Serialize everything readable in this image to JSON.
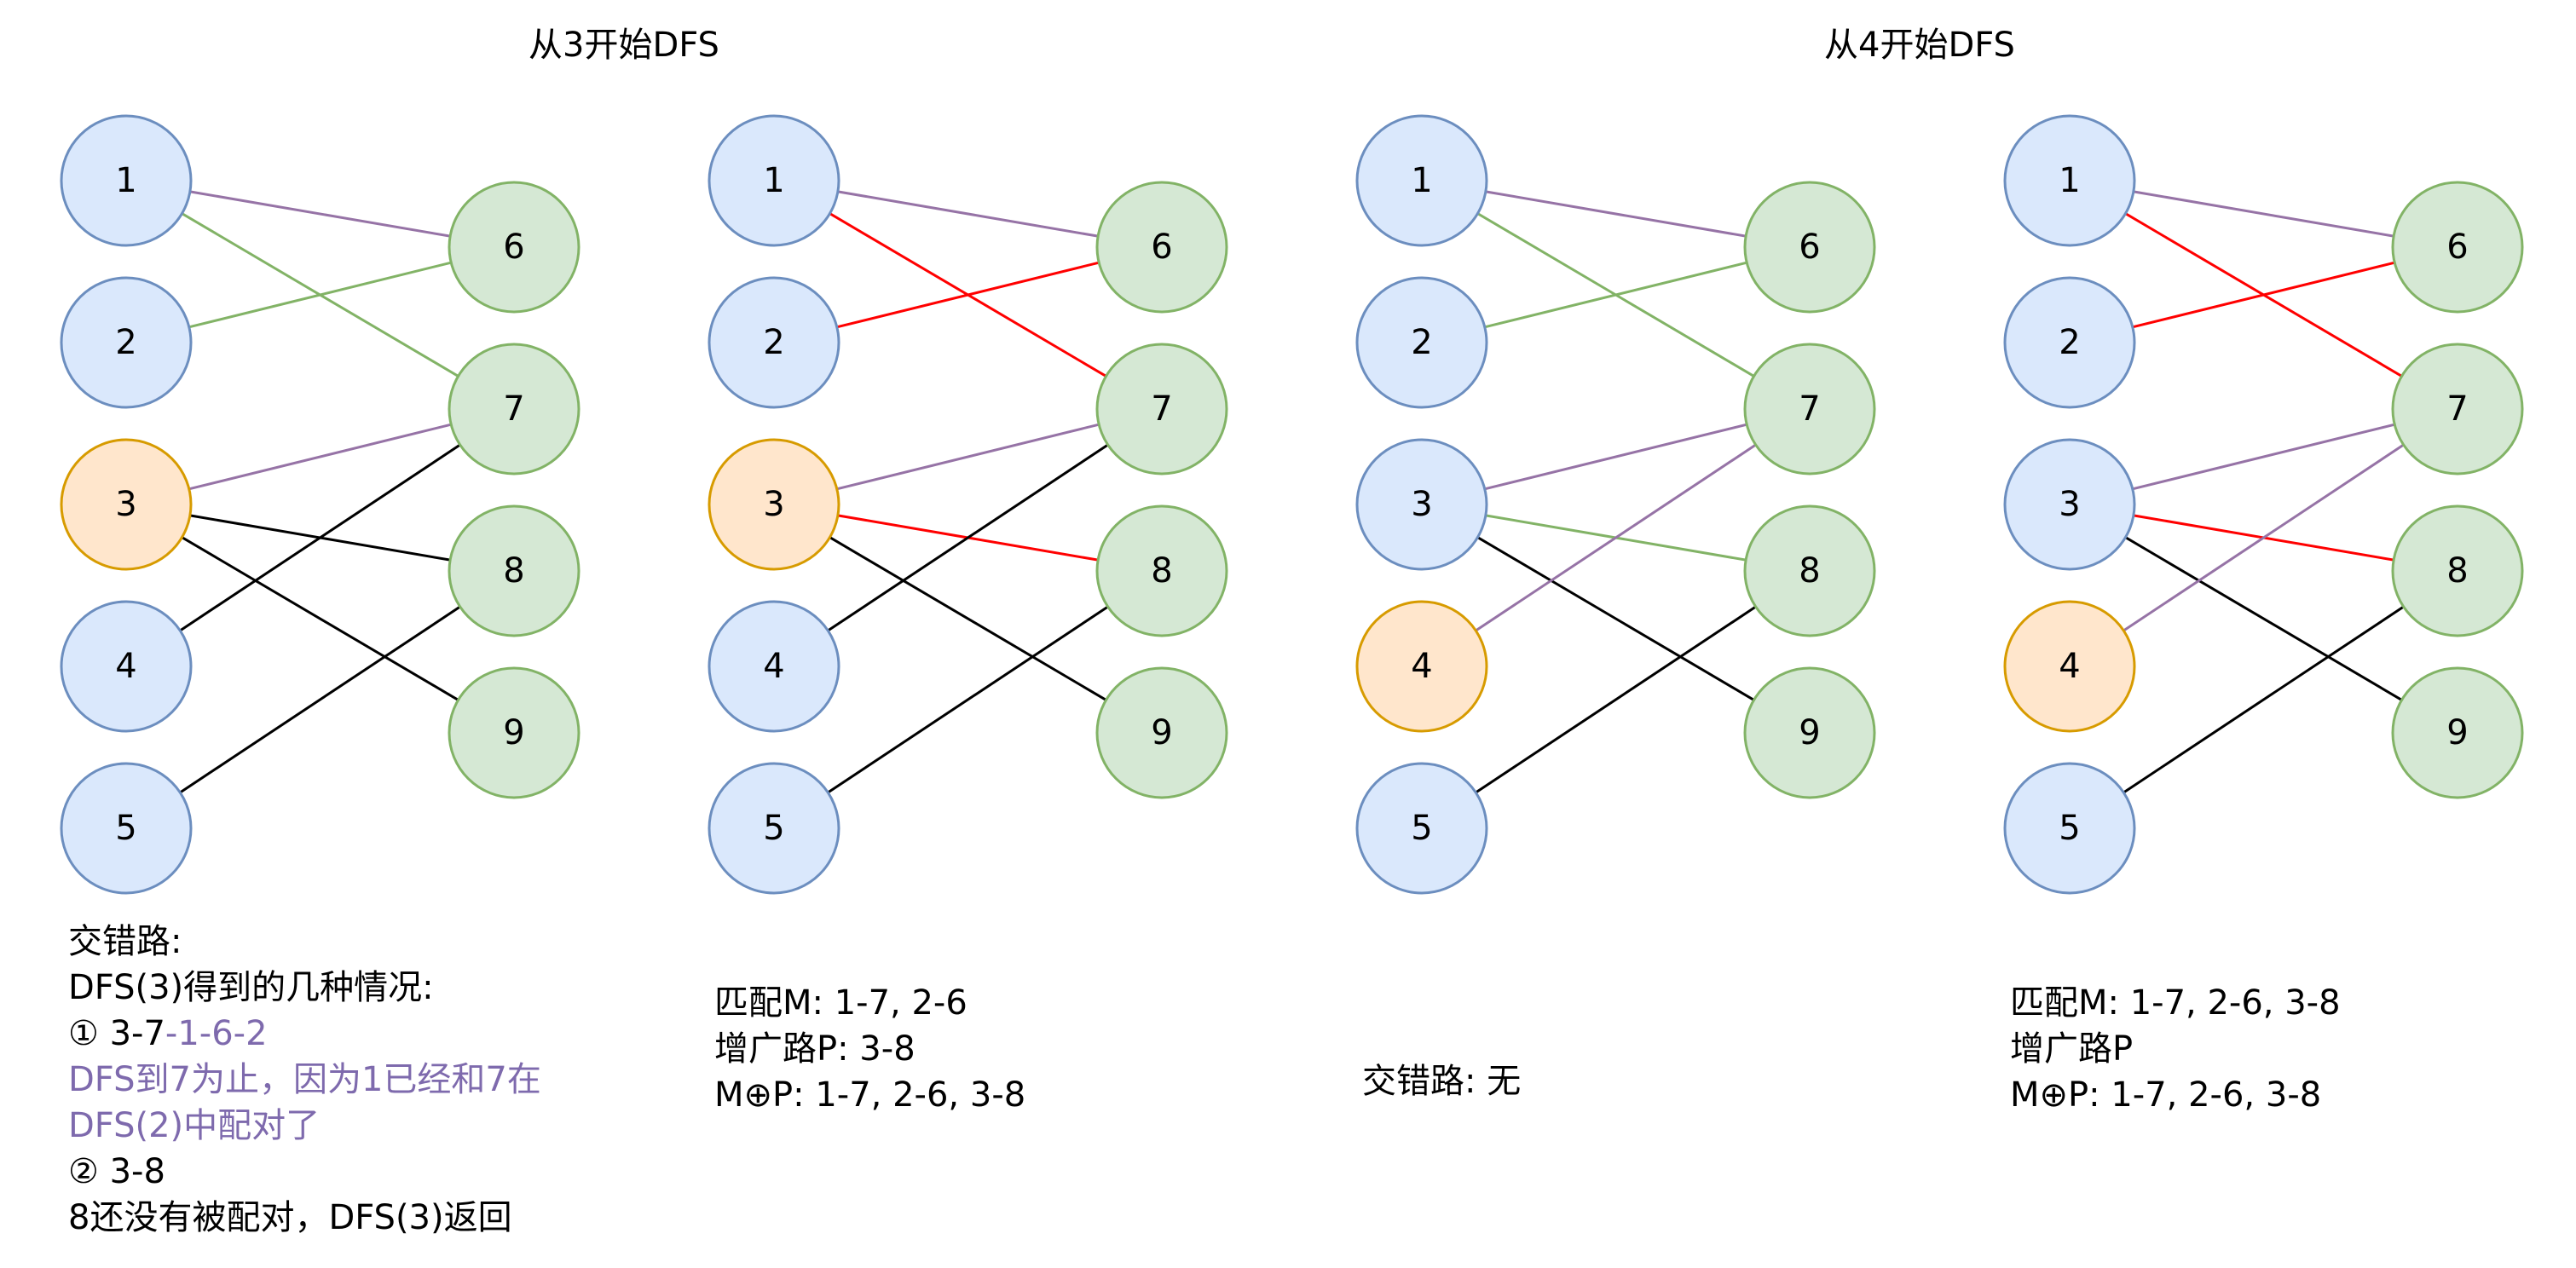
{
  "titles": [
    "从3开始DFS",
    "从4开始DFS"
  ],
  "node_styles": {
    "left": {
      "fill": "#dae8fc",
      "stroke": "#6c8ebf"
    },
    "right": {
      "fill": "#d5e8d4",
      "stroke": "#82b366"
    },
    "active": {
      "fill": "#ffe6cc",
      "stroke": "#d79b00"
    }
  },
  "edge_colors": {
    "purple": "#9673a6",
    "green": "#82b366",
    "black": "#000000",
    "red": "#ff0000"
  },
  "panels": [
    {
      "left_nodes": [
        "1",
        "2",
        "3",
        "4",
        "5"
      ],
      "right_nodes": [
        "6",
        "7",
        "8",
        "9"
      ],
      "active": "3",
      "edges": [
        {
          "from": "1",
          "to": "6",
          "color": "purple"
        },
        {
          "from": "1",
          "to": "7",
          "color": "green"
        },
        {
          "from": "2",
          "to": "6",
          "color": "green"
        },
        {
          "from": "3",
          "to": "7",
          "color": "purple"
        },
        {
          "from": "3",
          "to": "8",
          "color": "black"
        },
        {
          "from": "3",
          "to": "9",
          "color": "black"
        },
        {
          "from": "4",
          "to": "7",
          "color": "black"
        },
        {
          "from": "5",
          "to": "8",
          "color": "black"
        }
      ],
      "text": {
        "line1": "交错路:",
        "line2": "DFS(3)得到的几种情况:",
        "line3a": "① 3-7",
        "line3b": "-1-6-2",
        "line4": "DFS到7为止，因为1已经和7在",
        "line5": "DFS(2)中配对了",
        "line6": "② 3-8",
        "line7": "8还没有被配对，DFS(3)返回"
      }
    },
    {
      "left_nodes": [
        "1",
        "2",
        "3",
        "4",
        "5"
      ],
      "right_nodes": [
        "6",
        "7",
        "8",
        "9"
      ],
      "active": "3",
      "edges": [
        {
          "from": "1",
          "to": "6",
          "color": "purple"
        },
        {
          "from": "1",
          "to": "7",
          "color": "red"
        },
        {
          "from": "2",
          "to": "6",
          "color": "red"
        },
        {
          "from": "3",
          "to": "7",
          "color": "purple"
        },
        {
          "from": "3",
          "to": "8",
          "color": "red"
        },
        {
          "from": "3",
          "to": "9",
          "color": "black"
        },
        {
          "from": "4",
          "to": "7",
          "color": "black"
        },
        {
          "from": "5",
          "to": "8",
          "color": "black"
        }
      ],
      "text": {
        "line1": "匹配M:  1-7, 2-6",
        "line2": "增广路P:  3-8",
        "line3": "M⊕P:  1-7, 2-6, 3-8"
      }
    },
    {
      "left_nodes": [
        "1",
        "2",
        "3",
        "4",
        "5"
      ],
      "right_nodes": [
        "6",
        "7",
        "8",
        "9"
      ],
      "active": "4",
      "edges": [
        {
          "from": "1",
          "to": "6",
          "color": "purple"
        },
        {
          "from": "1",
          "to": "7",
          "color": "green"
        },
        {
          "from": "2",
          "to": "6",
          "color": "green"
        },
        {
          "from": "3",
          "to": "7",
          "color": "purple"
        },
        {
          "from": "3",
          "to": "8",
          "color": "green"
        },
        {
          "from": "3",
          "to": "9",
          "color": "black"
        },
        {
          "from": "4",
          "to": "7",
          "color": "purple"
        },
        {
          "from": "5",
          "to": "8",
          "color": "black"
        }
      ],
      "text": {
        "line1": "交错路:  无"
      }
    },
    {
      "left_nodes": [
        "1",
        "2",
        "3",
        "4",
        "5"
      ],
      "right_nodes": [
        "6",
        "7",
        "8",
        "9"
      ],
      "active": "4",
      "edges": [
        {
          "from": "1",
          "to": "6",
          "color": "purple"
        },
        {
          "from": "1",
          "to": "7",
          "color": "red"
        },
        {
          "from": "2",
          "to": "6",
          "color": "red"
        },
        {
          "from": "3",
          "to": "7",
          "color": "purple"
        },
        {
          "from": "3",
          "to": "8",
          "color": "red"
        },
        {
          "from": "3",
          "to": "9",
          "color": "black"
        },
        {
          "from": "4",
          "to": "7",
          "color": "purple"
        },
        {
          "from": "5",
          "to": "8",
          "color": "black"
        }
      ],
      "text": {
        "line1": "匹配M:  1-7, 2-6, 3-8",
        "line2": "增广路P",
        "line3": "M⊕P:  1-7, 2-6, 3-8"
      }
    }
  ]
}
